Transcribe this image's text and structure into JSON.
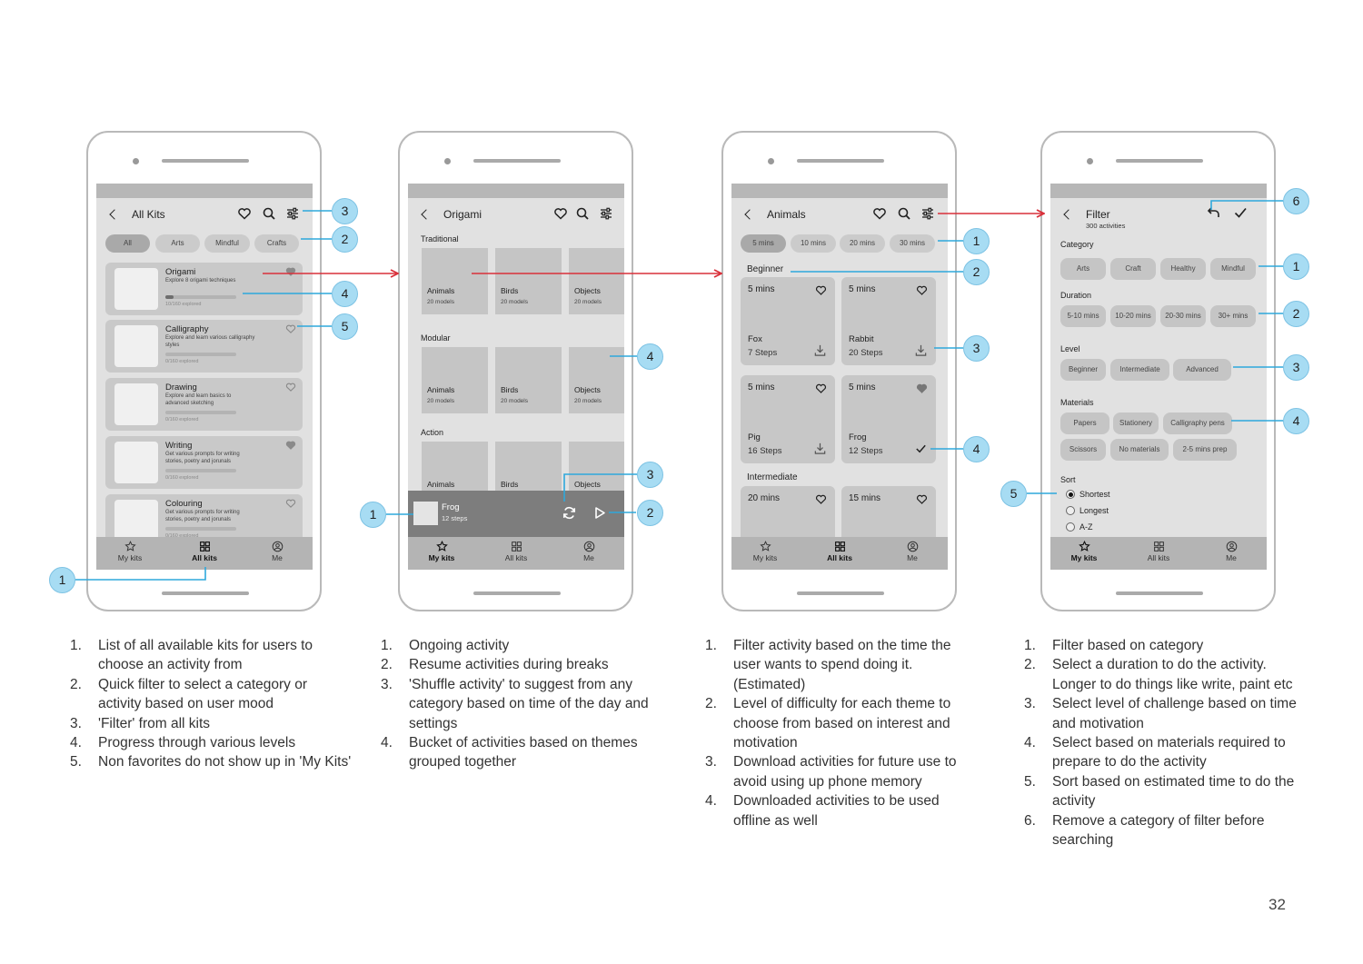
{
  "page_number": "32",
  "colors": {
    "accent_red": "#d9303a",
    "callout_blue": "#2ea8dc",
    "badge_fill": "#a7dcf3"
  },
  "nav": {
    "my_kits": "My kits",
    "all_kits": "All kits",
    "me": "Me"
  },
  "screen1": {
    "title": "All Kits",
    "chips": [
      "All",
      "Arts",
      "Mindful",
      "Crafts"
    ],
    "kits": [
      {
        "name": "Origami",
        "desc": "Explore 8 origami techniques",
        "progress_text": "10/160 explored",
        "progress": 0.12,
        "favorite": true
      },
      {
        "name": "Calligraphy",
        "desc": "Explore and learn various calligraphy styles",
        "progress_text": "0/160 explored",
        "progress": 0,
        "favorite": false
      },
      {
        "name": "Drawing",
        "desc": "Explore and learn basics to advanced sketching",
        "progress_text": "0/160 explored",
        "progress": 0,
        "favorite": false
      },
      {
        "name": "Writing",
        "desc": "Get various prompts for writing stories, poetry and jorunals",
        "progress_text": "0/160 explored",
        "progress": 0,
        "favorite": true
      },
      {
        "name": "Colouring",
        "desc": "Get various prompts for writing stories, poetry and jorunals",
        "progress_text": "0/160 explored",
        "progress": 0,
        "favorite": false
      }
    ]
  },
  "screen2": {
    "title": "Origami",
    "sections": [
      {
        "name": "Traditional",
        "tiles": [
          {
            "name": "Animals",
            "sub": "20 models"
          },
          {
            "name": "Birds",
            "sub": "20 models"
          },
          {
            "name": "Objects",
            "sub": "20 models"
          }
        ]
      },
      {
        "name": "Modular",
        "tiles": [
          {
            "name": "Animals",
            "sub": "20 models"
          },
          {
            "name": "Birds",
            "sub": "20 models"
          },
          {
            "name": "Objects",
            "sub": "20 models"
          }
        ]
      },
      {
        "name": "Action",
        "tiles": [
          {
            "name": "Animals",
            "sub": ""
          },
          {
            "name": "Birds",
            "sub": ""
          },
          {
            "name": "Objects",
            "sub": ""
          }
        ]
      }
    ],
    "ongoing": {
      "name": "Frog",
      "steps": "12 steps"
    }
  },
  "screen3": {
    "title": "Animals",
    "chips": [
      "5 mins",
      "10 mins",
      "20 mins",
      "30 mins"
    ],
    "beginner_label": "Beginner",
    "intermediate_label": "Intermediate",
    "cards": [
      {
        "duration": "5 mins",
        "name": "Fox",
        "steps": "7 Steps"
      },
      {
        "duration": "5 mins",
        "name": "Rabbit",
        "steps": "20 Steps"
      },
      {
        "duration": "5 mins",
        "name": "Pig",
        "steps": "16 Steps"
      },
      {
        "duration": "5 mins",
        "name": "Frog",
        "steps": "12 Steps"
      },
      {
        "duration": "20 mins",
        "name": "",
        "steps": ""
      },
      {
        "duration": "15 mins",
        "name": "",
        "steps": ""
      }
    ]
  },
  "screen4": {
    "title": "Filter",
    "subtitle": "300 activities",
    "category_label": "Category",
    "category": [
      "Arts",
      "Craft",
      "Healthy",
      "Mindful"
    ],
    "duration_label": "Duration",
    "duration": [
      "5-10 mins",
      "10-20 mins",
      "20-30 mins",
      "30+ mins"
    ],
    "level_label": "Level",
    "level": [
      "Beginner",
      "Intermediate",
      "Advanced"
    ],
    "materials_label": "Materials",
    "materials": [
      "Papers",
      "Stationery",
      "Calligraphy pens",
      "Scissors",
      "No materials",
      "2-5 mins prep"
    ],
    "sort_label": "Sort",
    "sort": [
      "Shortest",
      "Longest",
      "A-Z"
    ],
    "sort_selected": "Shortest"
  },
  "notes": [
    [
      "List of all available kits for users to choose an activity from",
      "Quick filter to select a category or activity based on user mood",
      "'Filter' from all kits",
      "Progress through various levels",
      "Non favorites do not show up in 'My Kits'"
    ],
    [
      "Ongoing activity",
      "Resume activities during breaks",
      "'Shuffle activity' to suggest from any category based on time of the day and settings",
      "Bucket of activities based on themes grouped together"
    ],
    [
      "Filter activity based on the time the user wants to spend doing it. (Estimated)",
      "Level of difficulty for each theme to choose from based on interest and motivation",
      "Download activities for future use to avoid using up phone memory",
      "Downloaded activities to be used offline as well"
    ],
    [
      "Filter based on category",
      "Select a duration to do the activity. Longer to do things like write, paint etc",
      "Select level of challenge based on time and motivation",
      "Select based on materials required to prepare to do the activity",
      "Sort based on estimated time to do the activity",
      "Remove a category of filter before searching"
    ]
  ],
  "callouts": [
    "1",
    "2",
    "3",
    "4",
    "5",
    "6"
  ]
}
